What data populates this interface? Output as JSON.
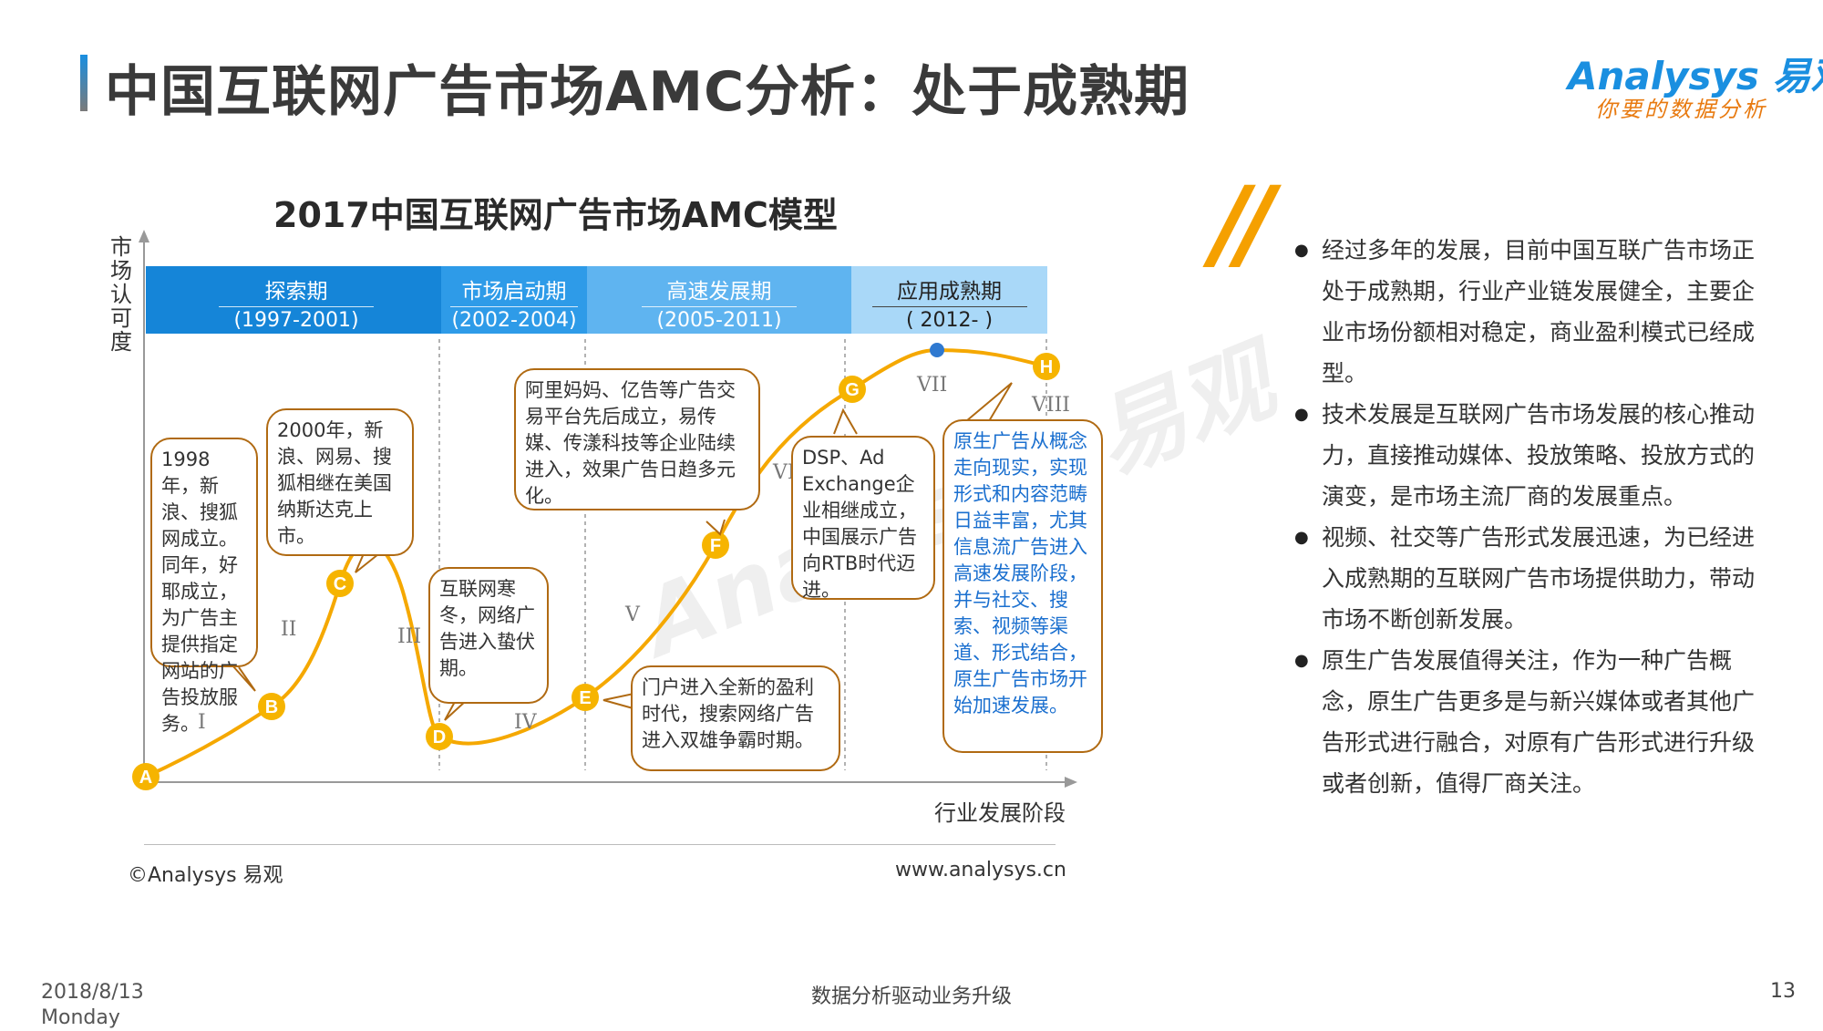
{
  "header": {
    "title": "中国互联网广告市场AMC分析：处于成熟期",
    "logo_main": "Analysys 易观",
    "logo_sub": "你要的数据分析"
  },
  "diagram": {
    "title": "2017中国互联网广告市场AMC模型",
    "y_label": "市场认可度",
    "x_label": "行业发展阶段",
    "phases": [
      {
        "name": "探索期",
        "span": "(1997-2001)"
      },
      {
        "name": "市场启动期",
        "span": "(2002-2004)"
      },
      {
        "name": "高速发展期",
        "span": "(2005-2011)"
      },
      {
        "name": "应用成熟期",
        "span": "( 2012- )"
      }
    ],
    "points": [
      "A",
      "B",
      "C",
      "D",
      "E",
      "F",
      "G",
      "H"
    ],
    "stages": [
      "I",
      "II",
      "III",
      "IV",
      "V",
      "VI",
      "VII",
      "VIII"
    ],
    "callouts": {
      "c1998": "1998年，新浪、搜狐网成立。同年，好耶成立，为广告主提供指定网站的广告投放服务。",
      "c2000": "2000年，新浪、网易、搜狐相继在美国纳斯达克上市。",
      "winter": "互联网寒冬，网络广告进入蛰伏期。",
      "portal": "门户进入全新的盈利时代，搜索网络广告进入双雄争霸时期。",
      "alibaba": "阿里妈妈、亿告等广告交易平台先后成立，易传媒、传漾科技等企业陆续进入，效果广告日趋多元化。",
      "dsp": "DSP、Ad Exchange企业相继成立，中国展示广告向RTB时代迈进。",
      "native": "原生广告从概念走向现实，实现形式和内容范畴日益丰富，尤其信息流广告进入高速发展阶段，并与社交、搜索、视频等渠道、形式结合，原生广告市场开始加速发展。"
    },
    "colors": {
      "phase1": "#1585d8",
      "phase2": "#2e9be8",
      "phase3": "#5fb4f0",
      "phase4": "#a9d8f8",
      "curve": "#f5a800",
      "node": "#f6b400",
      "peak": "#2f79d0"
    }
  },
  "bullets": [
    "经过多年的发展，目前中国互联广告市场正处于成熟期，行业产业链发展健全，主要企业市场份额相对稳定，商业盈利模式已经成型。",
    "技术发展是互联网广告市场发展的核心推动力，直接推动媒体、投放策略、投放方式的演变，是市场主流厂商的发展重点。",
    "视频、社交等广告形式发展迅速，为已经进入成熟期的互联网广告市场提供助力，带动市场不断创新发展。",
    "原生广告发展值得关注，作为一种广告概念，原生广告更多是与新兴媒体或者其他广告形式进行融合，对原有广告形式进行升级或者创新，值得厂商关注。"
  ],
  "source": "©Analysys 易观",
  "url": "www.analysys.cn",
  "footer": {
    "date": "2018/8/13",
    "weekday": "Monday",
    "slogan": "数据分析驱动业务升级",
    "page": "13"
  }
}
